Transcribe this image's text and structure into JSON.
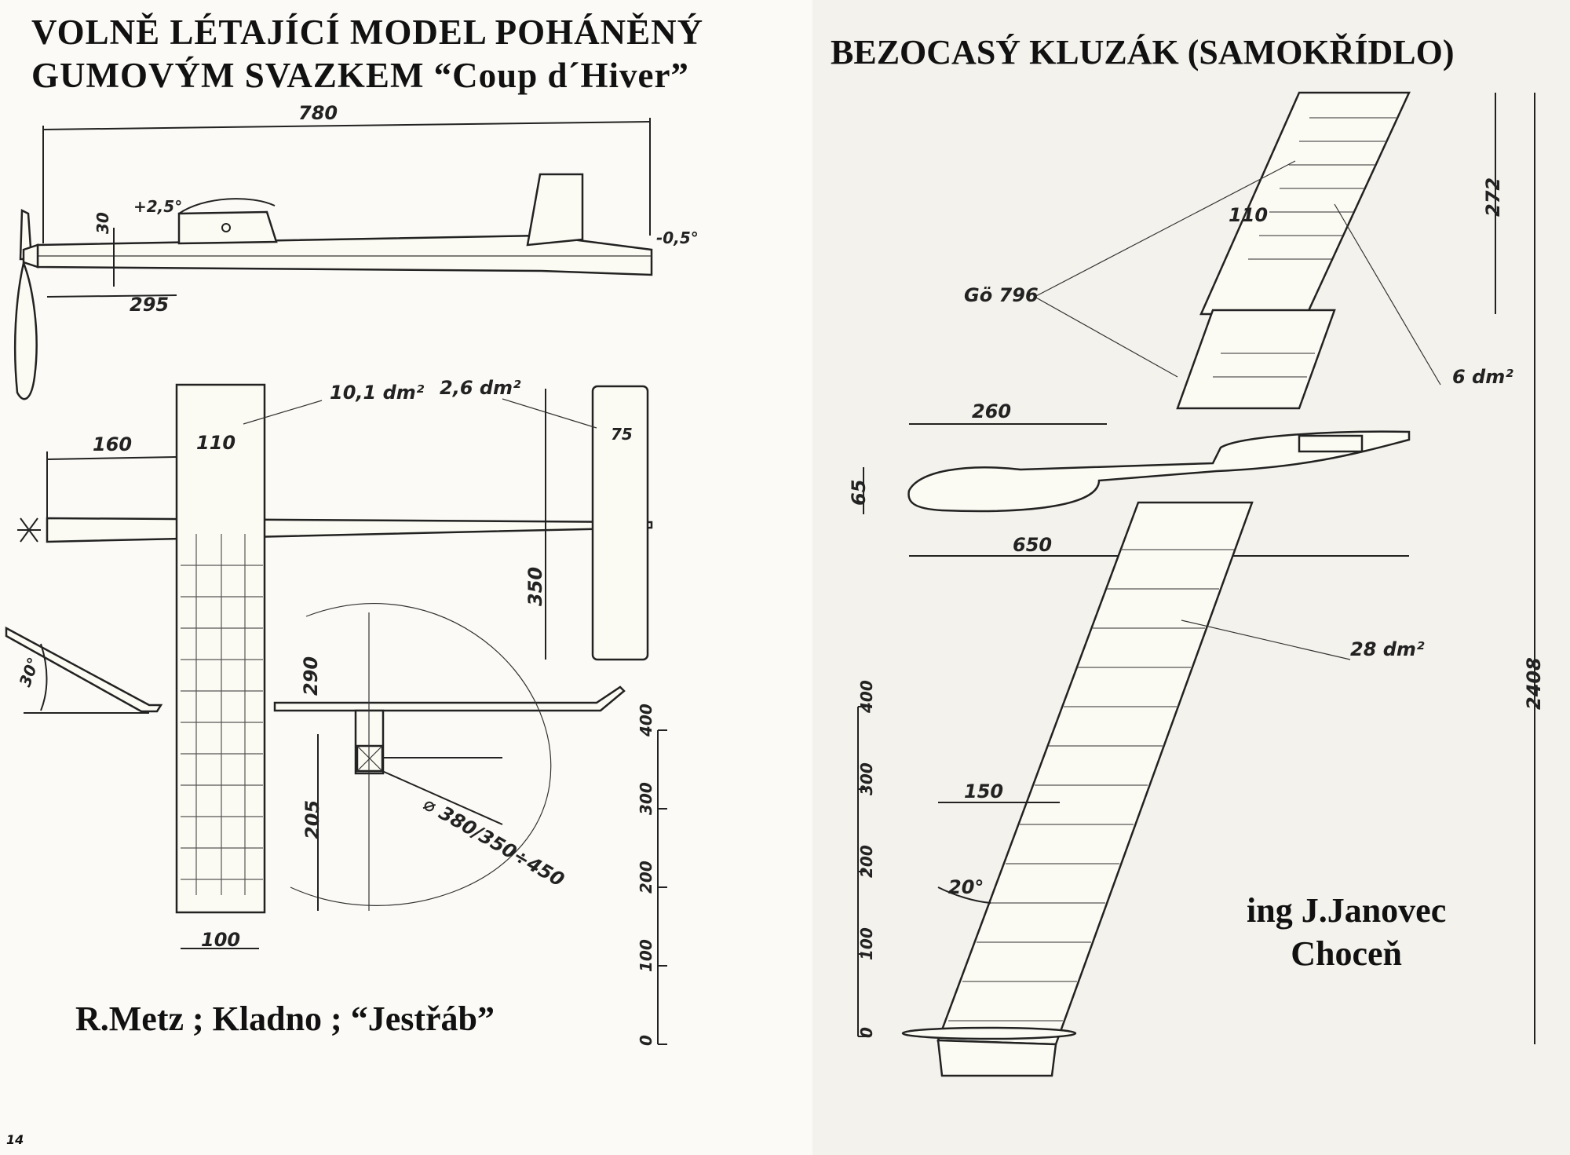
{
  "left": {
    "title_line1": "VOLNĚ LÉTAJÍCÍ MODEL POHÁNĚNÝ",
    "title_line2": "GUMOVÝM SVAZKEM “Coup d´Hiver”",
    "credit": "R.Metz ; Kladno ; “Jestřáb”",
    "dimensions": {
      "overall_length": "780",
      "incidence_wing": "+2,5°",
      "incidence_tail": "-0,5°",
      "fuselage_height": "30",
      "nose_to_wing": "295",
      "nose_offset": "160",
      "wing_chord": "110",
      "wing_area": "10,1 dm²",
      "tail_area": "2,6 dm²",
      "tail_chord": "75",
      "tail_span": "350",
      "dihedral_angle": "30°",
      "dim_290": "290",
      "dim_205": "205",
      "prop_dia": "⌀ 380/350÷450",
      "tip_chord": "100"
    },
    "scale_ticks": [
      "0",
      "100",
      "200",
      "300",
      "400"
    ]
  },
  "right": {
    "title": "BEZOCASÝ KLUZÁK (SAMOKŘÍDLO)",
    "credit_line1": "ing J.Janovec",
    "credit_line2": "Choceň",
    "dimensions": {
      "profile": "Gö 796",
      "dim_110": "110",
      "dim_272": "272",
      "fin_area": "6 dm²",
      "dim_260": "260",
      "dim_65": "65",
      "length": "650",
      "wing_area": "28 dm²",
      "span": "2408",
      "dim_150": "150",
      "sweep": "20°"
    },
    "scale_ticks": [
      "0",
      "100",
      "200",
      "300",
      "400"
    ]
  },
  "page_number": "14"
}
